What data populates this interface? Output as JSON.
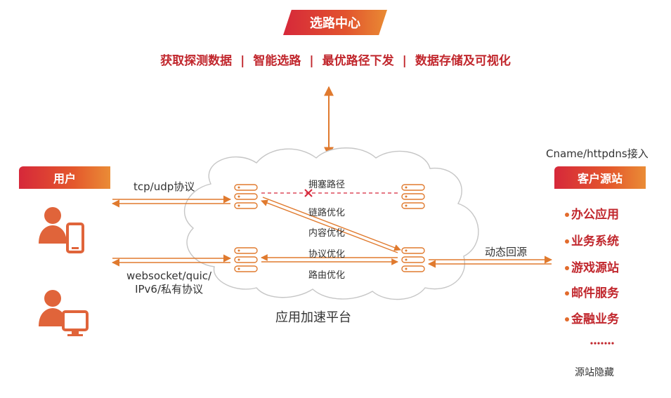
{
  "center": {
    "title": "选路中心"
  },
  "features": [
    "获取探测数据",
    "智能选路",
    "最优路径下发",
    "数据存储及可视化"
  ],
  "user": {
    "title": "用户"
  },
  "protocols": {
    "top": "tcp/udp协议",
    "bottom_line1": "websocket/quic/",
    "bottom_line2": "IPv6/私有协议"
  },
  "cloud": {
    "labels": [
      "拥塞路径",
      "链路优化",
      "内容优化",
      "协议优化",
      "路由优化"
    ],
    "name": "应用加速平台"
  },
  "origin": {
    "access": "Cname/httpdns接入",
    "title": "客户源站",
    "items": [
      "办公应用",
      "业务系统",
      "游戏源站",
      "邮件服务",
      "金融业务"
    ],
    "hidden": "源站隐藏"
  },
  "backsource": "动态回源",
  "colors": {
    "accent": "#e07a2e",
    "brand_red": "#c1272d",
    "banner_start": "#d6283a",
    "banner_end": "#ea8c36",
    "icon": "#e0643a"
  },
  "icons": [
    "user-mobile-icon",
    "user-desktop-icon",
    "server-icon",
    "congestion-x-icon"
  ]
}
